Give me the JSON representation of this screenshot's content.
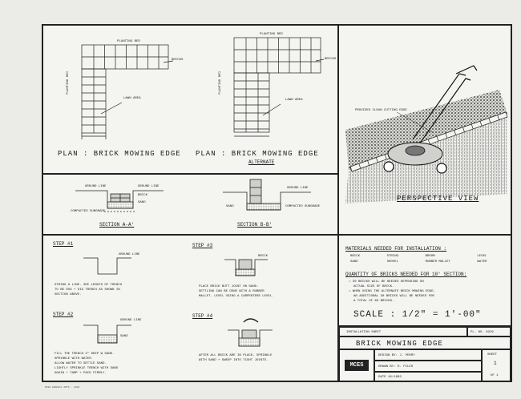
{
  "plan1": {
    "title": "PLAN : BRICK MOWING EDGE",
    "planting_bed_top": "PLANTING BED",
    "planting_bed_side": "PLANTING BED",
    "bricks": "BRICKS",
    "lawn_area": "LAWN AREA"
  },
  "plan2": {
    "title": "PLAN : BRICK MOWING EDGE",
    "subtitle": "ALTERNATE",
    "planting_bed_top": "PLANTING BED",
    "planting_bed_side": "PLANTING BED",
    "bricks": "BRICKS",
    "lawn_area": "LAWN AREA"
  },
  "section_a": {
    "title": "SECTION A-A'",
    "ground_line_l": "GROUND LINE",
    "ground_line_r": "GROUND LINE",
    "brick": "BRICK",
    "sand": "SAND",
    "compacted": "COMPACTED SUBGRADE"
  },
  "section_b": {
    "title": "SECTION B-B'",
    "ground_line": "GROUND LINE",
    "sand": "SAND",
    "compacted": "COMPACTED SUBGRADE"
  },
  "perspective": {
    "title": "PERSPECTIVE VIEW",
    "note": "PROVIDES CLEAN CUTTING EDGE"
  },
  "steps": [
    {
      "label": "STEP #1",
      "ground": "GROUND LINE",
      "text": [
        "STRING A LINE. SEE LENGTH OF TRENCH",
        "TO BE DUG + DIG TRENCH AS SHOWN IN",
        "SECTION ABOVE."
      ]
    },
    {
      "label": "STEP #2",
      "ground": "GROUND LINE",
      "sand": "SAND",
      "text": [
        "FILL THE TRENCH 2\" DEEP W SAND.",
        "SPRINKLE WITH WATER.",
        "ALLOW WATER TO SETTLE SAND.",
        "LIGHTLY SPRINKLE TRENCH WITH SAND",
        "AGAIN + TAMP + PACK FIRMLY."
      ]
    },
    {
      "label": "STEP #3",
      "brick": "BRICK",
      "text": [
        "PLACE BRICK BUTT JOINT ON SAND.",
        "SETTLING CAN BE DONE WITH A RUBBER",
        "MALLET. LEVEL USING A CARPENTERS LEVEL."
      ]
    },
    {
      "label": "STEP #4",
      "text": [
        "AFTER ALL BRICK ARE IN PLACE, SPRINKLE",
        "WITH SAND + SWEEP INTO TIGHT JOINTS."
      ]
    }
  ],
  "materials": {
    "heading": "MATERIALS NEEDED FOR INSTALLATION :",
    "items": [
      "BRICK",
      "STRING",
      "BROOM",
      "LEVEL",
      "SAND",
      "SHOVEL",
      "RUBBER MALLET",
      "WATER"
    ],
    "quantity_heading": "QUANTITY OF BRICKS NEEDED FOR 10' SECTION:",
    "quantity_text": [
      "• 30 BRICKS WILL BE NEEDED DEPENDING ON",
      "ACTUAL SIZE OF BRICK.",
      "• WHEN USING THE ALTERNATE BRICK MOWING EDGE,",
      "AN ADDITIONAL 30 BRICKS WILL BE NEEDED FOR",
      "A TOTAL OF 60 BRICKS."
    ],
    "scale": "SCALE : 1/2\" = 1'-00\""
  },
  "title_block": {
    "sheet_type": "INSTALLATION SHEET",
    "pl_no": "PL. NO. 8229",
    "drawing_title": "BRICK MOWING EDGE",
    "design_by": "DESIGN BY: J. PERRY",
    "drawn_by": "DRAWN BY: D. FILES",
    "date": "DATE  10/1983",
    "sheet_label": "SHEET",
    "sheet_num": "1",
    "of": "OF 1",
    "logo": "MCES"
  },
  "footer": "MCES GRAPHIC ARTS · 1983"
}
